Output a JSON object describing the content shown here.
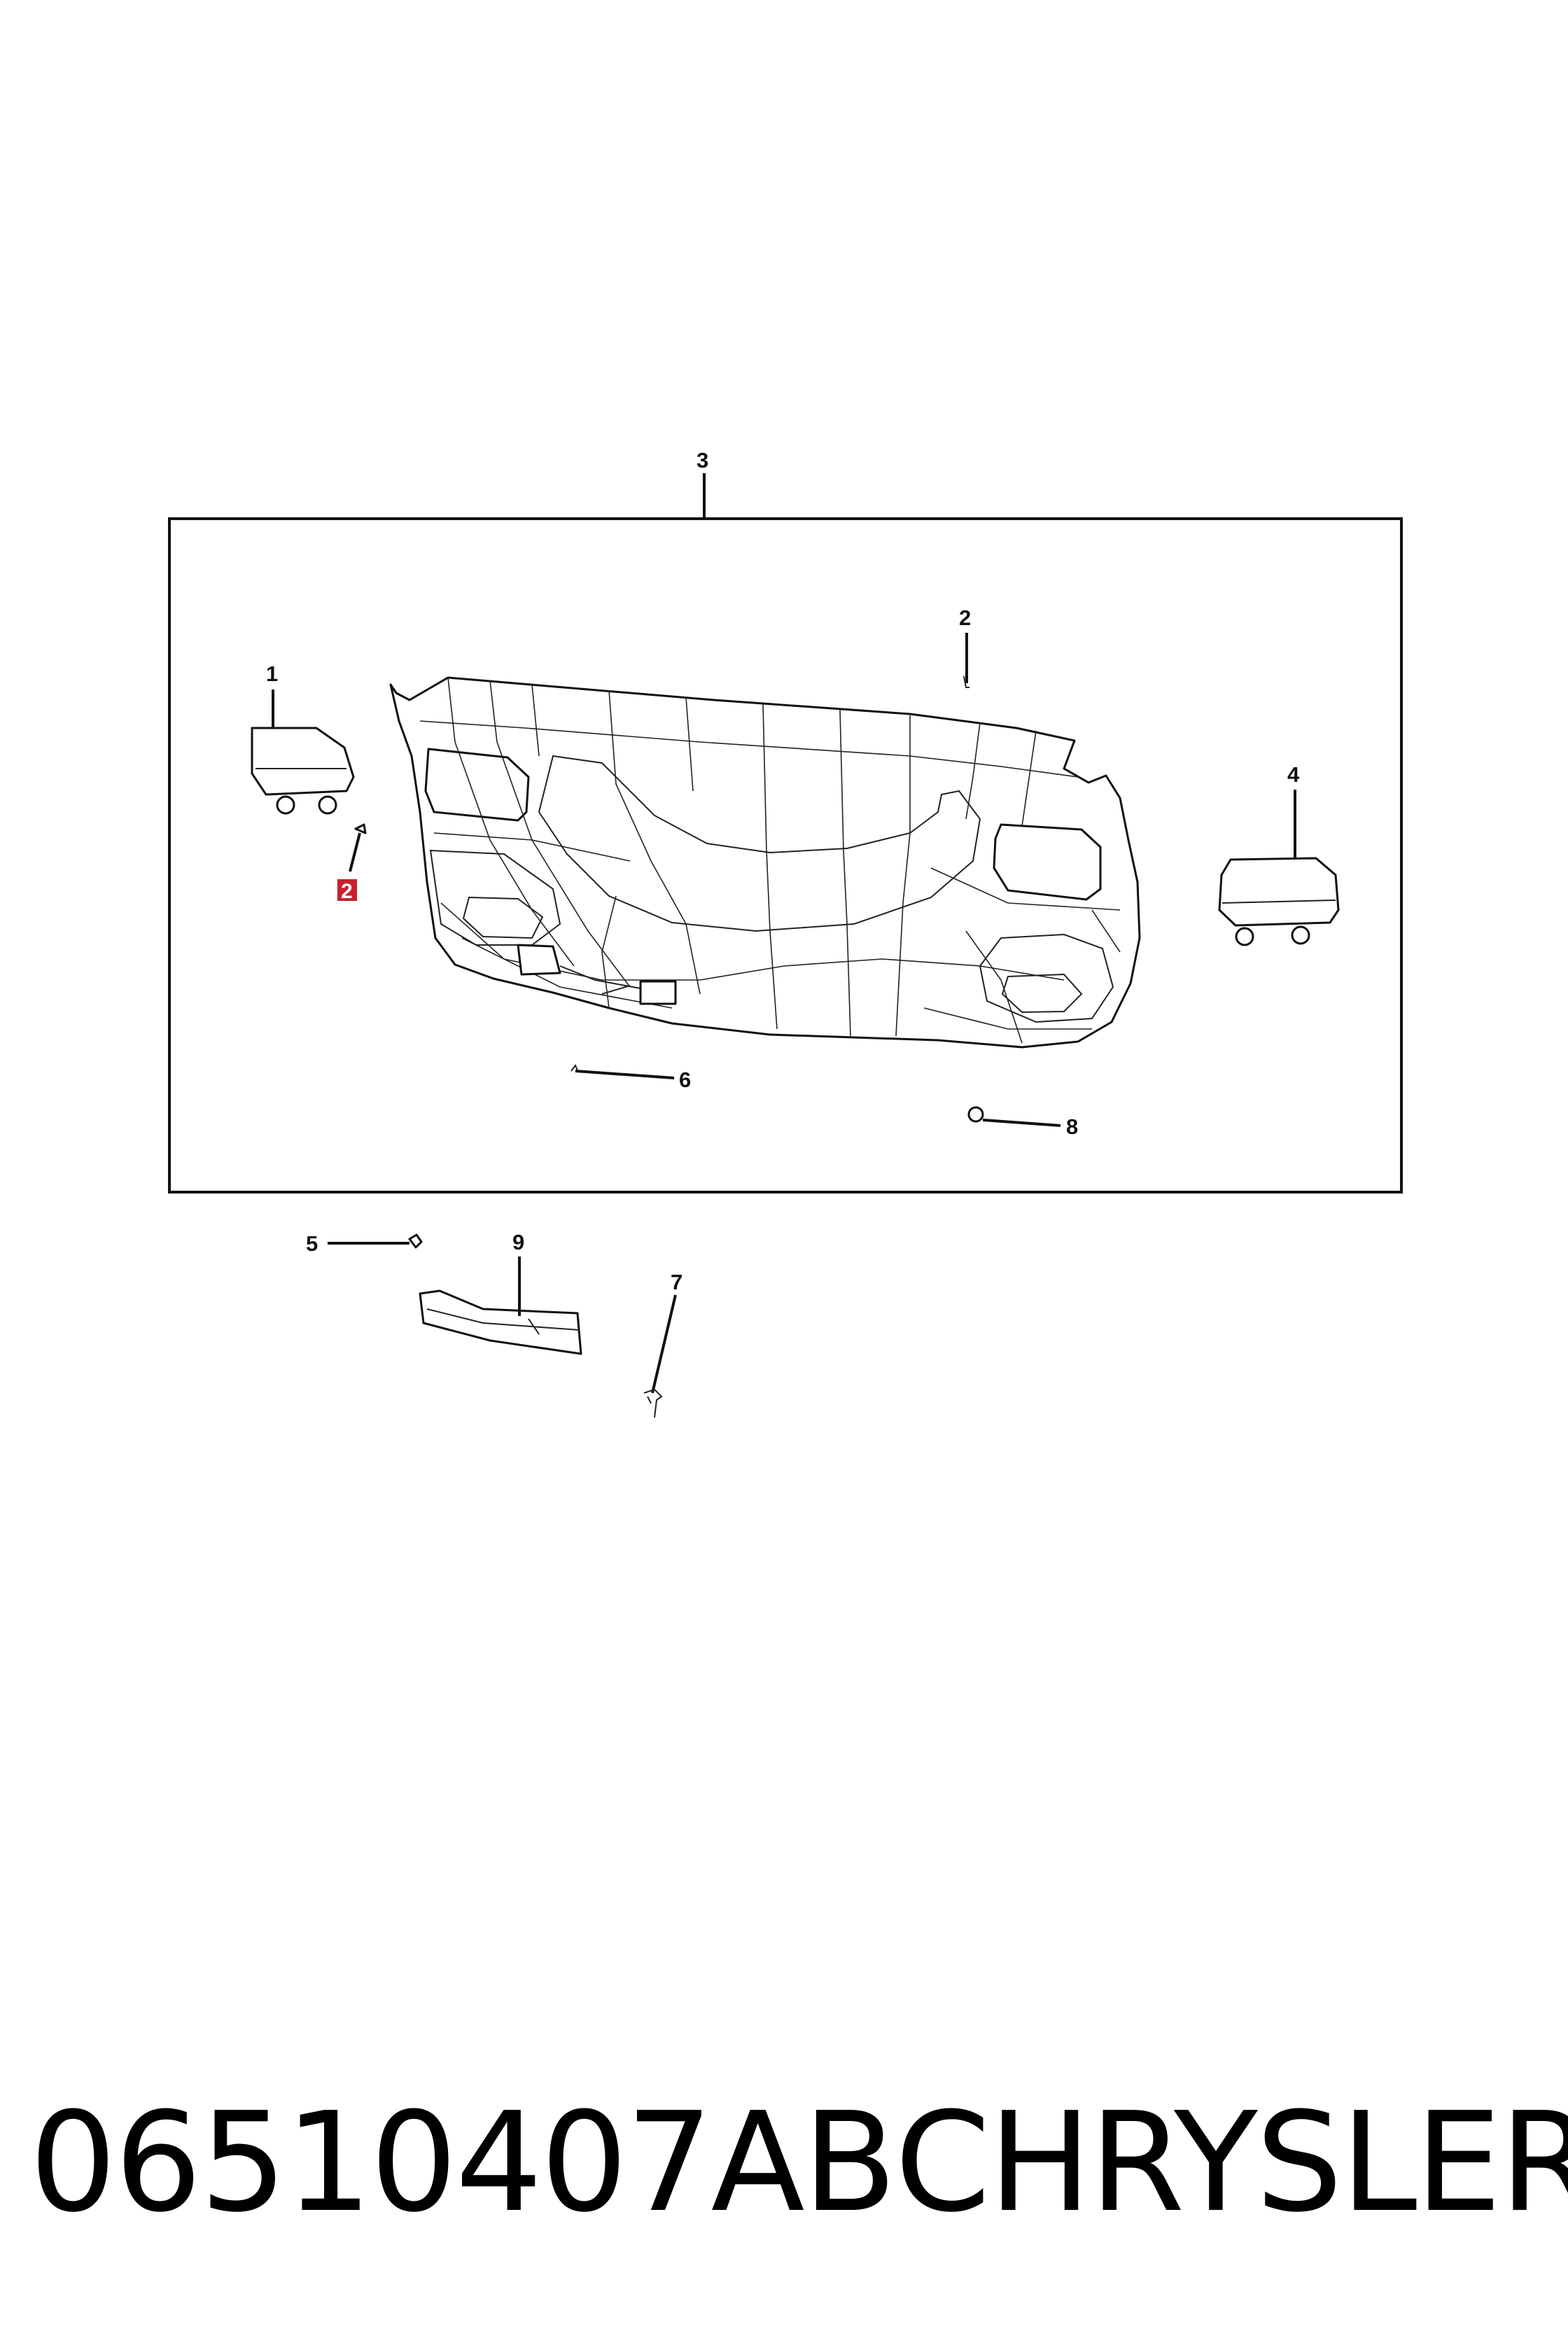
{
  "diagram": {
    "callouts": {
      "c1": "1",
      "c2_top": "2",
      "c2_highlighted": "2",
      "c3": "3",
      "c4": "4",
      "c5": "5",
      "c6": "6",
      "c7": "7",
      "c8": "8",
      "c9": "9"
    },
    "highlight_color": "#c8202d"
  },
  "caption": {
    "part_number": "06510407AB",
    "brand": "CHRYSLER"
  }
}
